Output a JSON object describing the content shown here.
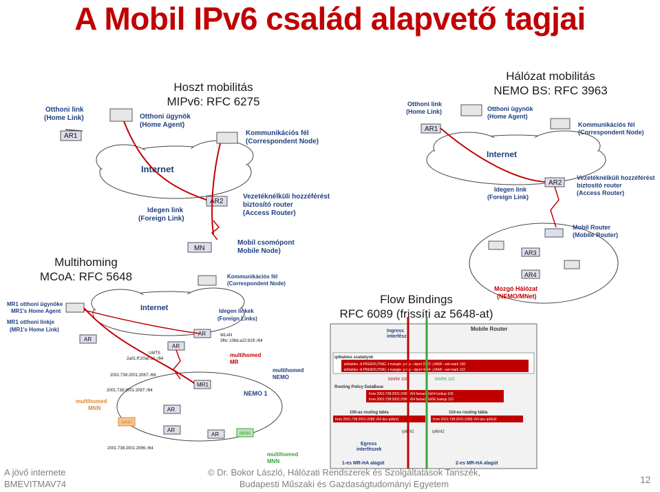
{
  "title": "A Mobil IPv6 család alapvető tagjai",
  "host_mobility": {
    "caption_line1": "Hoszt mobilitás",
    "caption_line2": "MIPv6: RFC 6275",
    "home_link": "Otthoni link",
    "home_link_en": "(Home Link)",
    "ar1": "AR1",
    "home_agent": "Otthoni ügynök",
    "home_agent_en": "(Home Agent)",
    "cn": "Kommunikációs fél",
    "cn_en": "(Correspondent Node)",
    "internet": "Internet",
    "foreign_link": "Idegen link",
    "foreign_link_en": "(Foreign Link)",
    "ar2": "AR2",
    "access_router": "Vezetéknélküli hozzéférést",
    "access_router2": "biztosító router",
    "access_router_en": "(Access Router)",
    "mn": "MN",
    "mobile_node": "Mobil csomópont",
    "mobile_node_en": "Mobile Node)"
  },
  "network_mobility": {
    "caption_line1": "Hálózat mobilitás",
    "caption_line2": "NEMO BS: RFC 3963",
    "home_link": "Otthoni link",
    "home_link_en": "(Home Link)",
    "ar1": "AR1",
    "home_agent": "Otthoni ügynök",
    "home_agent_en": "(Home Agent)",
    "cn": "Kommunikációs fél",
    "cn_en": "(Correspondent Node)",
    "internet": "Internet",
    "foreign_link": "Idegen link",
    "foreign_link_en": "(Foreign Link)",
    "ar2": "AR2",
    "access_router": "Vezetéknélküli hozzéférést",
    "access_router2": "biztosító router",
    "access_router_en": "(Access Router)",
    "mobile_router": "Mobil Router",
    "mobile_router_en": "(Mobile Router)",
    "ar3": "AR3",
    "ar4": "AR4",
    "moving_net": "Mozgó Hálózat",
    "moving_net_en": "(NEMO/MNet)"
  },
  "multihoming": {
    "caption_line1": "Multihoming",
    "caption_line2": "MCoA: RFC 5648",
    "mr1_home_agent": "MR1 otthoni ügynöke",
    "mr1_home_agent_en": "MR1's Home Agent",
    "mr1_home_link": "MR1 otthoni linkje",
    "mr1_home_link_en": "(MR1's Home Link)",
    "internet": "Internet",
    "cn": "Kommunikációs fél",
    "cn_en": "(Correspondent Node)",
    "foreign_links": "Idegen linkek",
    "foreign_links_en": "(Foreign Links)",
    "ar": "AR",
    "wlan": "WLAN",
    "wlan_prefix": "3ffe::10bb:a22:829::/64",
    "umts": "UMTS",
    "umts_prefix": "2a01:ff:20a0:a1::/64",
    "multihomed_mr": "multihomed",
    "multihomed_mr2": "MR",
    "prefix1": "2001:738:2001:2087::/66",
    "prefix2": "2001:738:2001:2087::/64",
    "multihomed_nemo": "multihomed",
    "multihomed_nemo2": "NEMO",
    "mr1": "MR1",
    "nemo1": "NEMO 1",
    "multihomed_mnn": "multihomed",
    "multihomed_mnn2": "MNN",
    "mnn": "MNN",
    "prefix3": "2001:738:2001:2086::/64",
    "multihomed_mnn_b": "multihomed",
    "multihomed_mnn_b2": "MNN"
  },
  "flow_bindings": {
    "caption_line1": "Flow Bindings",
    "caption_line2": "RFC 6089 (frissíti az 5648-at)",
    "ingress": "Ingress",
    "ingress2": "interfész",
    "mobile_router": "Mobile Router",
    "iptables_title": "ip6tables szabályok",
    "rule1": "ip6tables -A PREROUTING -t mangle -p tcp --dport 2222 -j MAR --set-mark 100",
    "rule2": "ip6tables -A PREROUTING -t mangle -p tcp --dport 4444 -j MAR --set-mark 110",
    "mark100": "MARK 100",
    "mark110": "MARK 110",
    "rpdb_title": "Routing Policy DataBase",
    "rpdb1": "from 2001:738:2001:2089::/64 fwmark 0x64 lookup 100",
    "rpdb2": "from 2001:738:2001:2089::/64 fwmark 0x6E lookup 110",
    "table100": "100-as routing tábla",
    "table110": "110-es routing tábla",
    "route100": "from 2001:738:2001:2089::/64 dev ip6tnl1",
    "route110": "from 2001:738:2001:2089::/64 dev ip6tnl2",
    "ip6tnl1": "ip6tnl1",
    "ip6tnl2": "ip6tnl2",
    "egress": "Egress",
    "egress2": "interfészek",
    "mr_ha1": "1-es MR-HA alagút",
    "mr_ha2": "2-es MR-HA alagút"
  },
  "footer": {
    "left1": "A jövő internete",
    "left2": "BMEVITMAV74",
    "center1": "© Dr. Bokor László, Hálózati Rendszerek és Szolgáltatások Tanszék,",
    "center2": "Budapesti Műszaki és Gazdaságtudományi Egyetem",
    "page": "12"
  },
  "colors": {
    "title": "#c00000",
    "caption": "#1a1a1a",
    "footer": "#7f7f7f",
    "label_blue": "#1f3f7f",
    "highlight_red": "#c00000",
    "orange": "#e2852c",
    "green": "#3aa33a"
  }
}
